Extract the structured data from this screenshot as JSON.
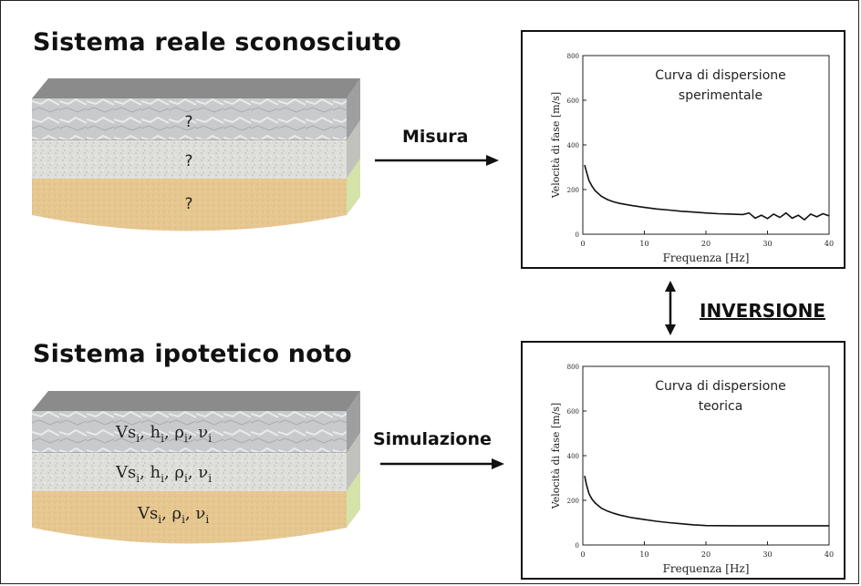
{
  "titles": {
    "top": "Sistema reale sconosciuto",
    "bottom": "Sistema ipotetico noto"
  },
  "arrows": {
    "measure": "Misura",
    "simulation": "Simulazione",
    "inversion": "INVERSIONE"
  },
  "top_model": {
    "layers": [
      "?",
      "?",
      "?"
    ]
  },
  "bottom_model": {
    "layers": [
      {
        "text": "Vs",
        "subs": [
          "i",
          "h",
          "i",
          "ρ",
          "i",
          "ν",
          "i"
        ]
      },
      {
        "text": "Vs",
        "subs": []
      },
      {
        "text": "Vs",
        "subs": []
      }
    ]
  },
  "colors": {
    "rock": "#c9cbcc",
    "rock_top": "#8a8a8a",
    "gravel": "#dcdcd6",
    "sand": "#e8c98f",
    "sand_side": "#cfe0a0",
    "curve": "#111111"
  },
  "chart_data": [
    {
      "type": "line",
      "annotation": [
        "Curva di dispersione",
        "sperimentale"
      ],
      "xlabel": "Frequenza [Hz]",
      "ylabel": "Velocità di fase [m/s]",
      "xlim": [
        0,
        40
      ],
      "ylim": [
        0,
        800
      ],
      "xticks": [
        0,
        10,
        20,
        30,
        40
      ],
      "yticks": [
        0,
        200,
        400,
        600,
        800
      ],
      "x": [
        0.3,
        0.6,
        1,
        1.5,
        2,
        3,
        4,
        5,
        6,
        8,
        10,
        12,
        14,
        16,
        18,
        20,
        22,
        24,
        26,
        27,
        28,
        29,
        30,
        31,
        32,
        33,
        34,
        35,
        36,
        37,
        38,
        39,
        40
      ],
      "y": [
        310,
        280,
        240,
        215,
        195,
        170,
        155,
        145,
        138,
        128,
        120,
        113,
        108,
        103,
        99,
        95,
        92,
        90,
        88,
        95,
        72,
        85,
        70,
        90,
        75,
        95,
        72,
        85,
        65,
        90,
        78,
        92,
        82
      ]
    },
    {
      "type": "line",
      "annotation": [
        "Curva di dispersione",
        "teorica"
      ],
      "xlabel": "Frequenza [Hz]",
      "ylabel": "Velocità di fase [m/s]",
      "xlim": [
        0,
        40
      ],
      "ylim": [
        0,
        800
      ],
      "xticks": [
        0,
        10,
        20,
        30,
        40
      ],
      "yticks": [
        0,
        200,
        400,
        600,
        800
      ],
      "x": [
        0.3,
        0.6,
        1,
        1.5,
        2,
        3,
        4,
        5,
        6,
        8,
        10,
        12,
        14,
        16,
        18,
        20,
        25,
        30,
        35,
        40
      ],
      "y": [
        310,
        270,
        230,
        205,
        188,
        165,
        152,
        142,
        134,
        122,
        114,
        106,
        100,
        95,
        90,
        87,
        86,
        86,
        86,
        86
      ]
    }
  ]
}
